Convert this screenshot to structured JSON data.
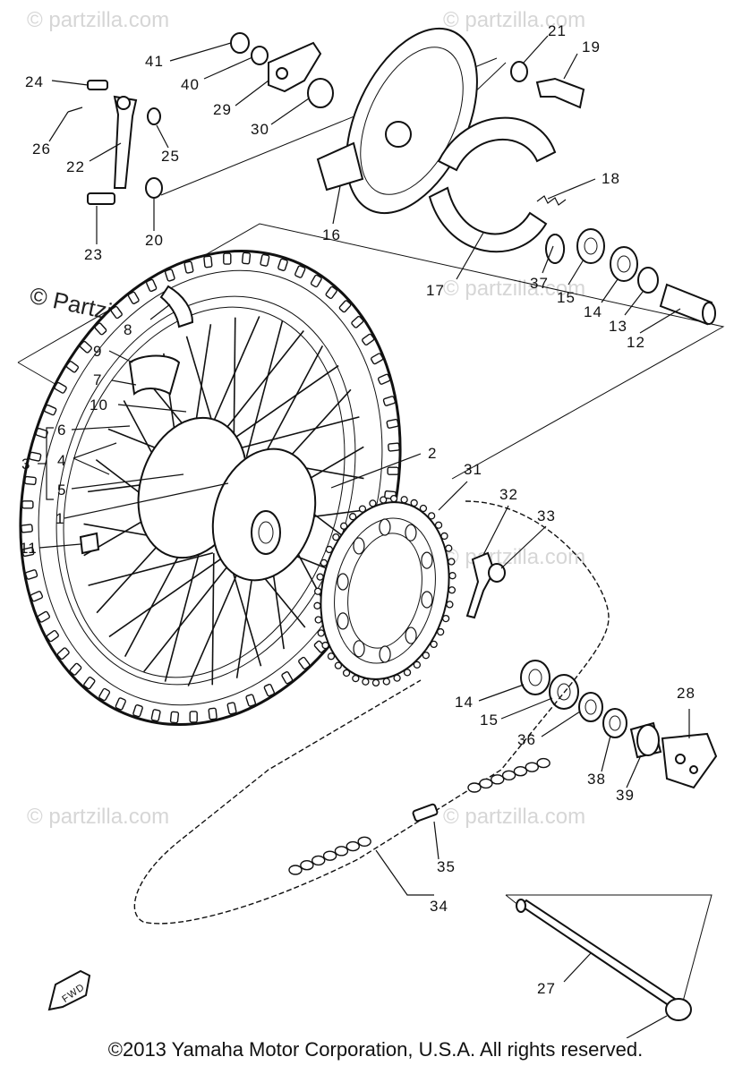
{
  "watermark": {
    "main": "© Partzilla.com",
    "tile": "© partzilla.com"
  },
  "fwd_label": "FWD",
  "copyright": "©2013 Yamaha Motor Corporation, U.S.A. All rights reserved.",
  "labels": {
    "l1": "1",
    "l2": "2",
    "l3": "3",
    "l4": "4",
    "l5": "5",
    "l6": "6",
    "l7": "7",
    "l8": "8",
    "l9": "9",
    "l10": "10",
    "l11": "11",
    "l12": "12",
    "l13": "13",
    "l14a": "14",
    "l14b": "14",
    "l15a": "15",
    "l15b": "15",
    "l16": "16",
    "l17": "17",
    "l18": "18",
    "l19": "19",
    "l20": "20",
    "l21": "21",
    "l22": "22",
    "l23": "23",
    "l24": "24",
    "l25": "25",
    "l26": "26",
    "l27": "27",
    "l28": "28",
    "l29": "29",
    "l30": "30",
    "l31": "31",
    "l32": "32",
    "l33": "33",
    "l34": "34",
    "l35": "35",
    "l36": "36",
    "l37": "37",
    "l38": "38",
    "l39": "39",
    "l40": "40",
    "l41": "41"
  }
}
